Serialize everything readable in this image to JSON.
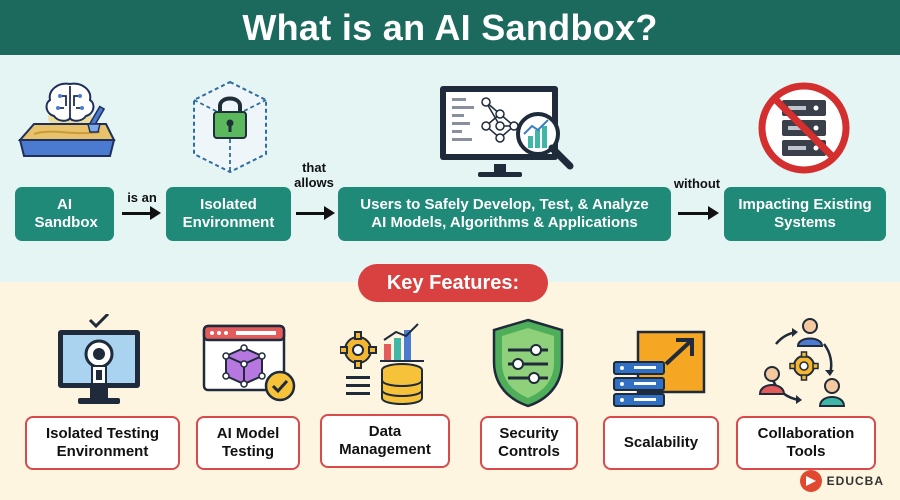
{
  "title": "What is an AI Sandbox?",
  "flow": {
    "box1": "AI Sandbox",
    "conn1": "is an",
    "box2": "Isolated Environment",
    "conn2": "that allows",
    "box3_line1": "Users to Safely Develop, Test, & Analyze",
    "box3_line2": "AI Models, Algorithms & Applications",
    "conn3": "without",
    "box4": "Impacting Existing Systems"
  },
  "key_features_label": "Key Features:",
  "features": [
    {
      "label": "Isolated Testing Environment",
      "icon": "monitor-lock-icon"
    },
    {
      "label": "AI Model Testing",
      "icon": "cube-browser-icon"
    },
    {
      "label": "Data Management",
      "icon": "gear-database-icon"
    },
    {
      "label": "Security Controls",
      "icon": "shield-sliders-icon"
    },
    {
      "label": "Scalability",
      "icon": "server-expand-icon"
    },
    {
      "label": "Collaboration Tools",
      "icon": "team-cycle-icon"
    }
  ],
  "brand": "EDUCBA",
  "colors": {
    "header": "#1c6a5e",
    "flow_box": "#1f8a78",
    "accent_red": "#d94040",
    "top_bg": "#e4f5f4",
    "bottom_bg": "#fdf5df"
  }
}
